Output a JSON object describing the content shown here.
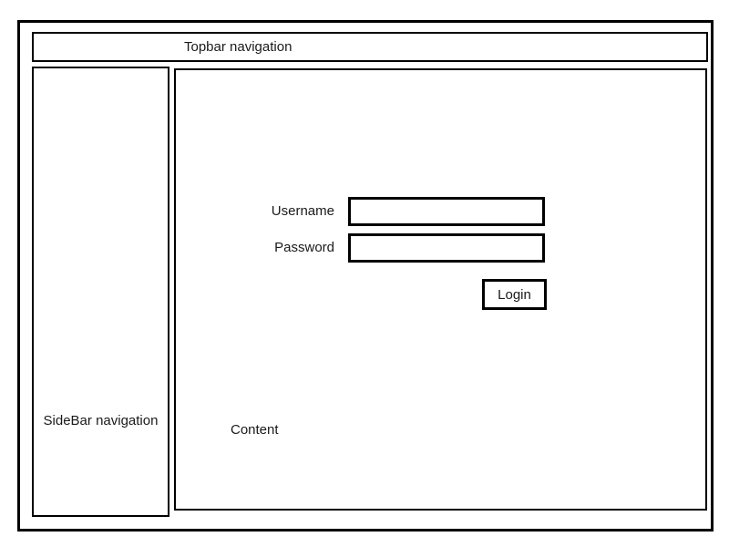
{
  "topbar": {
    "label": "Topbar navigation"
  },
  "sidebar": {
    "label": "SideBar navigation"
  },
  "content": {
    "label": "Content"
  },
  "form": {
    "username_label": "Username",
    "username_value": "",
    "password_label": "Password",
    "password_value": "",
    "login_label": "Login"
  },
  "colors": {
    "border": "#000000",
    "text": "#1a1a1a",
    "background": "#ffffff"
  }
}
